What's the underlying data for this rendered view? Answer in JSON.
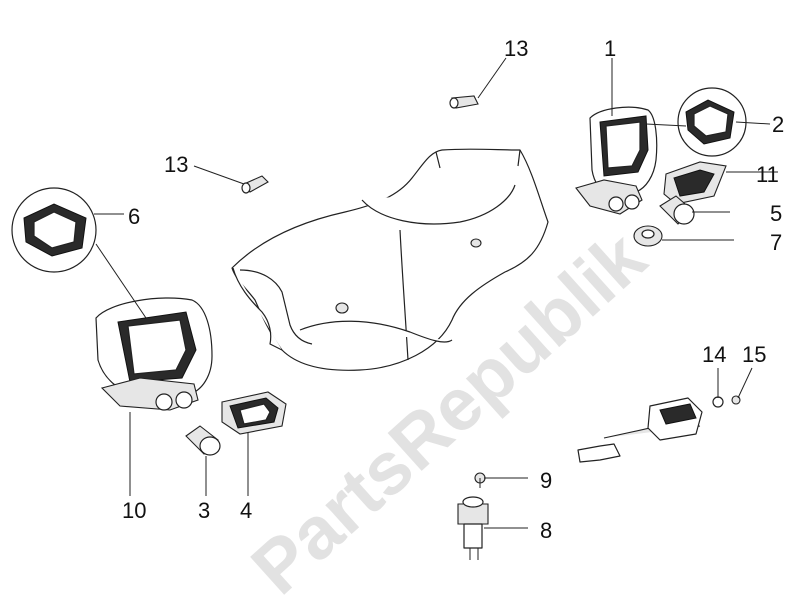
{
  "watermark": "PartsRepublik",
  "callouts": {
    "c1": "1",
    "c2": "2",
    "c3": "3",
    "c4": "4",
    "c5": "5",
    "c6": "6",
    "c7": "7",
    "c8": "8",
    "c9": "9",
    "c10": "10",
    "c11": "11",
    "c13a": "13",
    "c13b": "13",
    "c14": "14",
    "c15": "15"
  }
}
